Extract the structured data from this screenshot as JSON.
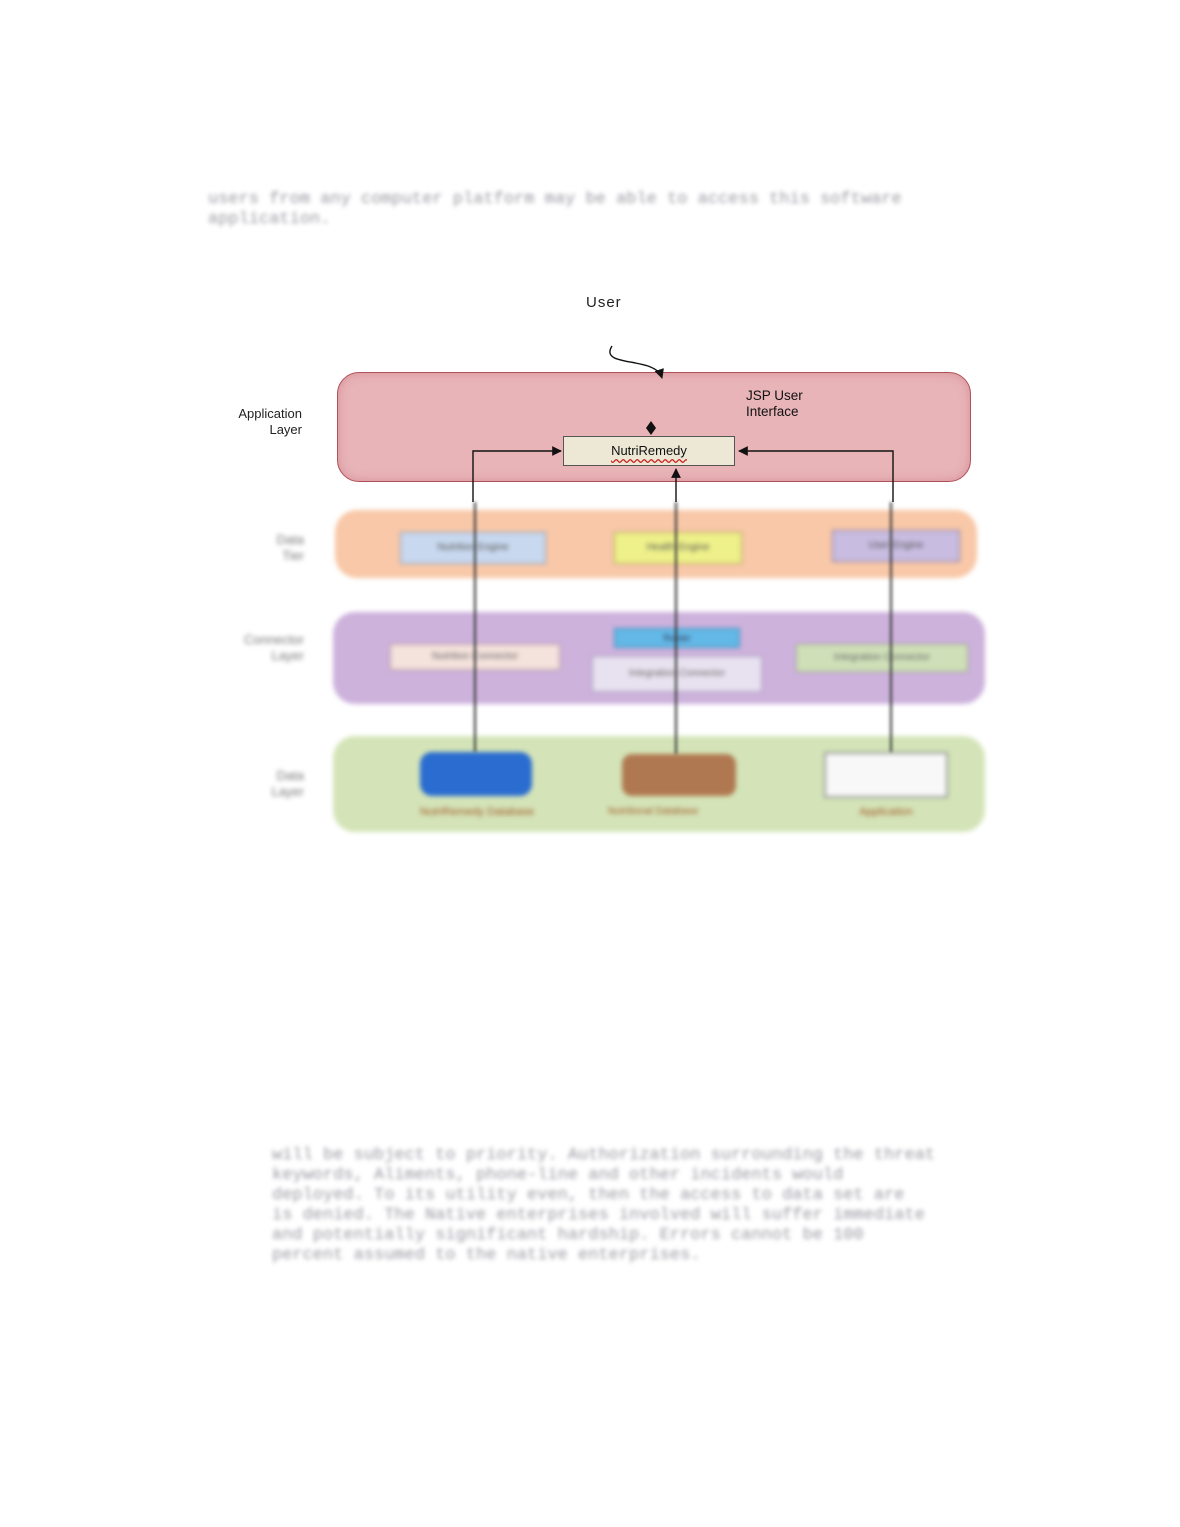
{
  "page": {
    "para_top": "users from any computer platform may be able to access this software\napplication.",
    "para_bottom": "will be subject to priority. Authorization surrounding the threat\nkeywords, Aliments, phone-line and other incidents would\ndeployed. To its utility even, then the access to data set are\nis denied. The Native enterprises involved will suffer immediate\nand potentially significant hardship. Errors cannot be 100\npercent assumed to the native enterprises."
  },
  "diagram": {
    "user_label": "User",
    "app_layer_label": "Application\nLayer",
    "jsp_label": "JSP User\nInterface",
    "core_box_label": "NutriRemedy",
    "layer2_label": "Data\nTier",
    "layer3_label": "Connector\nLayer",
    "layer4_label": "Data\nLayer",
    "layer2_boxes": [
      "Nutrition Engine",
      "Health Engine",
      "User Engine"
    ],
    "layer3_boxes": [
      "Nutrition Connector",
      "Router",
      "Integration Connector",
      "Integration Connector"
    ],
    "layer4_items": [
      "NutriRemedy Database",
      "Nutritional Database",
      "Application"
    ],
    "colors": {
      "application_layer": "#e8b4b8",
      "layer2": "#f8c8a8",
      "layer3": "#cdb2dc",
      "layer4": "#d4e4b8",
      "core_box": "#ede8d6"
    }
  }
}
